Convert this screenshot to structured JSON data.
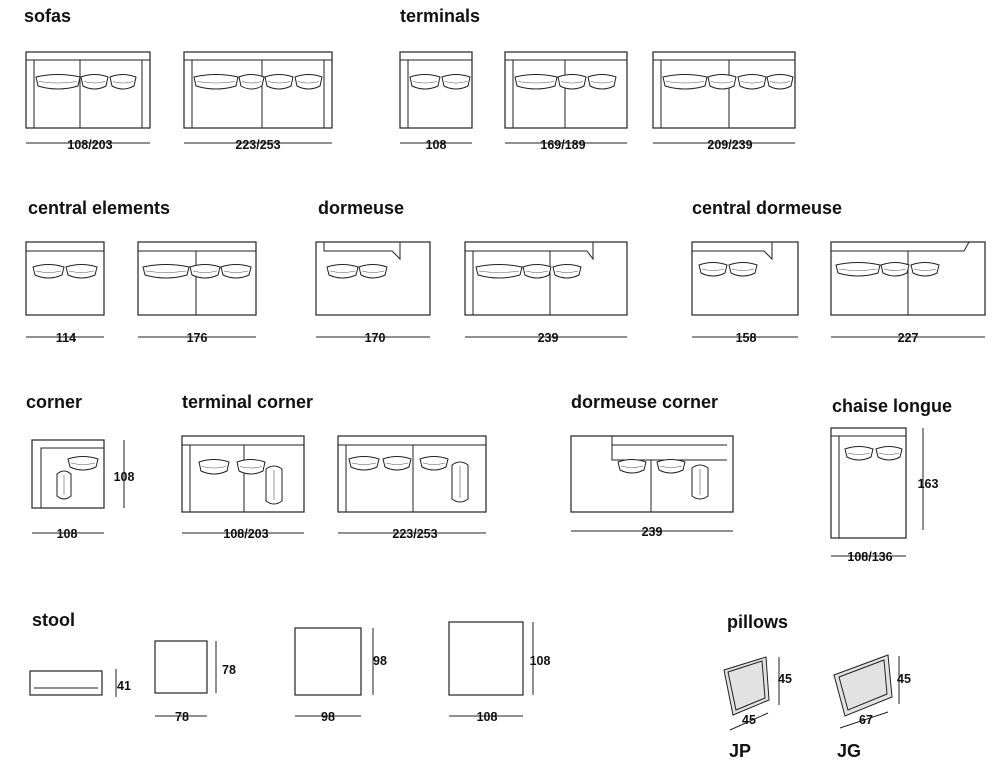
{
  "headings": {
    "sofas": "sofas",
    "terminals": "terminals",
    "central_elements": "central elements",
    "dormeuse": "dormeuse",
    "central_dormeuse": "central dormeuse",
    "corner": "corner",
    "terminal_corner": "terminal corner",
    "dormeuse_corner": "dormeuse corner",
    "chaise_longue": "chaise longue",
    "stool": "stool",
    "pillows": "pillows"
  },
  "dimensions": {
    "sofa_1": "108/203",
    "sofa_2": "223/253",
    "terminal_1": "108",
    "terminal_2": "169/189",
    "terminal_3": "209/239",
    "central_1": "114",
    "central_2": "176",
    "dormeuse_1": "170",
    "dormeuse_2": "239",
    "central_dormeuse_1": "158",
    "central_dormeuse_2": "227",
    "corner_width": "108",
    "corner_depth": "108",
    "terminal_corner_1": "108/203",
    "terminal_corner_2": "223/253",
    "dormeuse_corner": "239",
    "chaise_width": "108/136",
    "chaise_depth": "163",
    "stool_height": "41",
    "stool_78_depth": "78",
    "stool_78_width": "78",
    "stool_98_depth": "98",
    "stool_98_width": "98",
    "stool_108_depth": "108",
    "stool_108_width": "108",
    "pillow_jp_height": "45",
    "pillow_jp_width": "45",
    "pillow_jg_height": "45",
    "pillow_jg_width": "67"
  },
  "pillow_codes": {
    "jp": "JP",
    "jg": "JG"
  }
}
